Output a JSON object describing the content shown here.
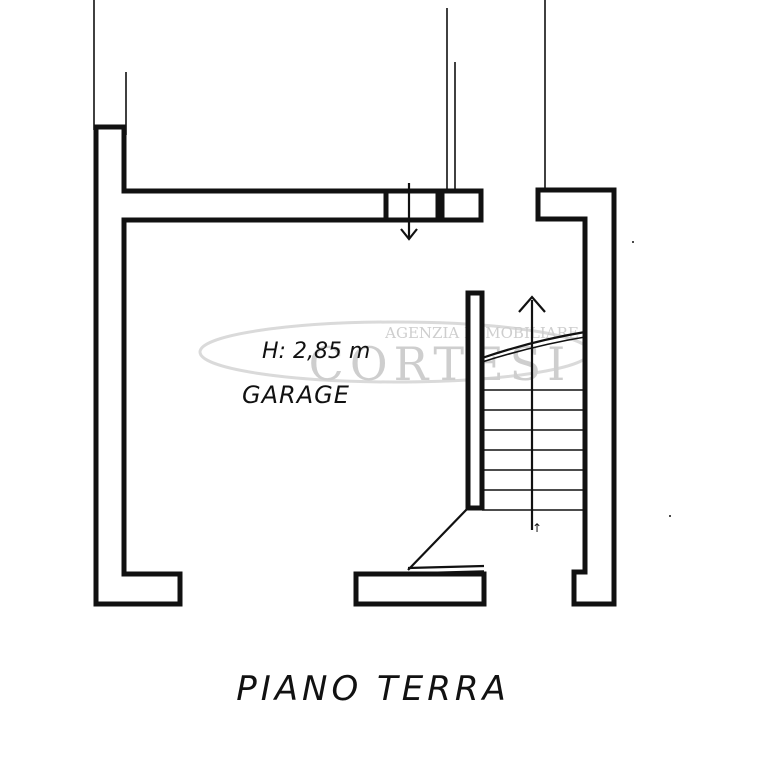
{
  "room": {
    "height_label": "H: 2,85 m",
    "name": "GARAGE"
  },
  "stair": {
    "direction_mark": "↑"
  },
  "floor_title": "PIANO TERRA",
  "watermark": {
    "line1": "AGENZIA IMMOBILIARE",
    "line2": "CORTESI"
  },
  "colors": {
    "ink": "#111111",
    "watermark": "#c9c9c9"
  }
}
